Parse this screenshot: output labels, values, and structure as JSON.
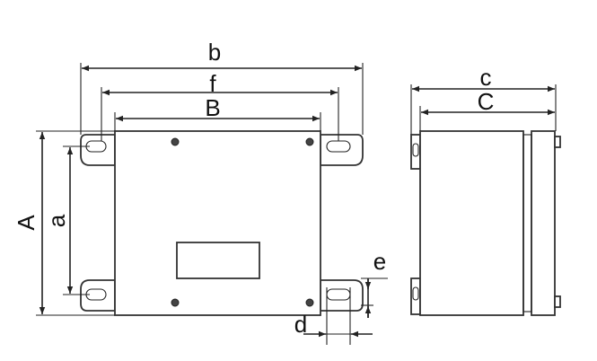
{
  "labels": {
    "b": "b",
    "f": "f",
    "B": "B",
    "A": "A",
    "a": "a",
    "c": "c",
    "C": "C",
    "d": "d",
    "e": "e"
  }
}
